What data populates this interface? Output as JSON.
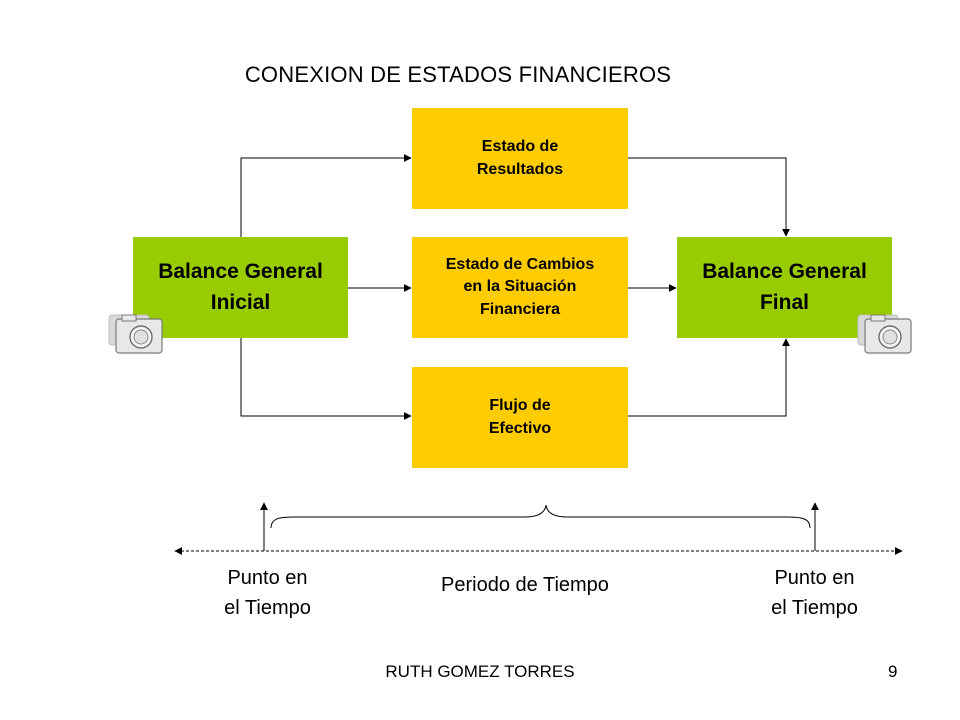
{
  "title": "CONEXION DE ESTADOS FINANCIEROS",
  "boxes": {
    "balance_inicial": "Balance General\nInicial",
    "balance_final": "Balance General\nFinal",
    "estado_resultados": "Estado de\nResultados",
    "estado_cambios": "Estado de Cambios\nen la Situación\nFinanciera",
    "flujo_efectivo": "Flujo de\nEfectivo"
  },
  "timeline": {
    "punto_izquierdo": "Punto en\nel Tiempo",
    "periodo": "Periodo de Tiempo",
    "punto_derecho": "Punto en\nel Tiempo"
  },
  "footer": {
    "author": "RUTH GOMEZ TORRES",
    "page": "9"
  },
  "colors": {
    "green": "#99cc00",
    "yellow": "#ffcc00"
  },
  "icons": [
    "camera-icon",
    "camera-icon"
  ]
}
